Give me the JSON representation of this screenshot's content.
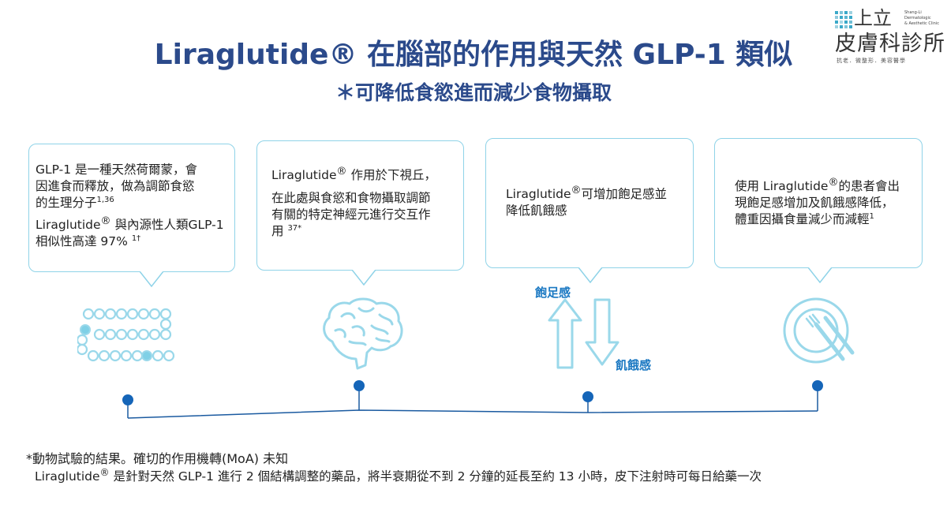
{
  "header": {
    "title": "Liraglutide® 在腦部的作用與天然 GLP-1 類似",
    "subtitle": "＊可降低食慾進而減少食物攝取"
  },
  "logo": {
    "name_top": "上立",
    "name_en_1": "Shang-Li",
    "name_en_2": "Dermatologic",
    "name_en_3": "& Aesthetic Clinic",
    "name_bottom": "皮膚科診所",
    "tagline": "抗老．微整形．美容醫學"
  },
  "bubbles": [
    {
      "line1": "GLP-1 是一種天然荷爾蒙，會",
      "line2": "因進食而釋放，做為調節食慾",
      "line3": "的生理分子",
      "line3_sup": "1,36",
      "line4": "Liraglutide",
      "line4_reg": "®",
      "line4_rest": " 與內源性人類GLP-1",
      "line5": "相似性高達 97% ",
      "line5_sup": "1†"
    },
    {
      "line1": "Liraglutide",
      "line1_reg": "®",
      "line1_rest": " 作用於下視丘，",
      "line2": "在此處與食慾和食物攝取調節",
      "line3": "有關的特定神經元進行交互作",
      "line4": "用 ",
      "line4_sup": "37*"
    },
    {
      "line1": "Liraglutide",
      "line1_reg": "®",
      "line1_rest": "可增加飽足感並",
      "line2": "降低飢餓感"
    },
    {
      "line1": "使用 Liraglutide",
      "line1_reg": "®",
      "line1_rest": "的患者會出",
      "line2": "現飽足感增加及飢餓感降低，",
      "line3": "體重因攝食量減少而減輕",
      "line3_sup": "1"
    }
  ],
  "arrows": {
    "up_label": "飽足感",
    "down_label": "飢餓感"
  },
  "colors": {
    "title": "#2b4a8b",
    "bubble_border": "#8fd3e8",
    "icon": "#9ad8ea",
    "dot": "#1565b8",
    "line": "#1a5aa0",
    "label": "#1a78c2"
  },
  "footnotes": {
    "line1": "*動物試驗的結果。確切的作用機轉(MoA) 未知",
    "line2_a": "Liraglutide",
    "line2_reg": "®",
    "line2_b": " 是針對天然 GLP-1 進行 2 個結構調整的藥品，將半衰期從不到 2 分鐘的延長至約 13 小時，皮下注射時可每日給藥一次"
  }
}
